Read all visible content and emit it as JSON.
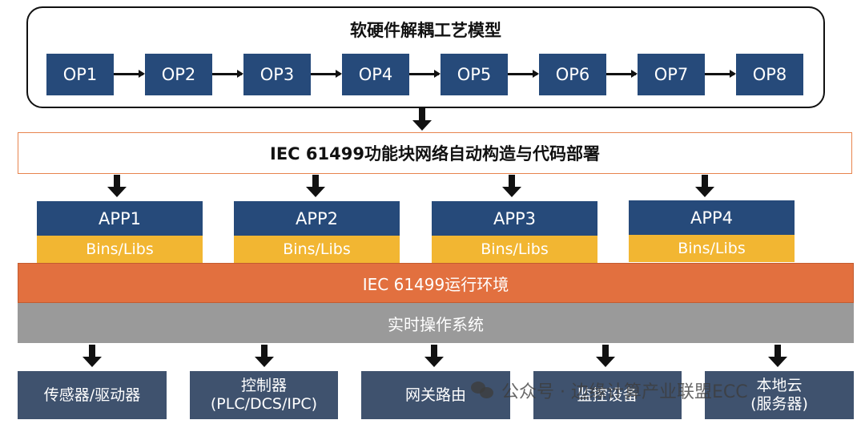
{
  "top_panel": {
    "title": "软硬件解耦工艺模型",
    "ops": [
      "OP1",
      "OP2",
      "OP3",
      "OP4",
      "OP5",
      "OP6",
      "OP7",
      "OP8"
    ]
  },
  "construction_band": "IEC 61499功能块网络自动构造与代码部署",
  "apps": [
    {
      "name": "APP1",
      "libs": "Bins/Libs"
    },
    {
      "name": "APP2",
      "libs": "Bins/Libs"
    },
    {
      "name": "APP3",
      "libs": "Bins/Libs"
    },
    {
      "name": "APP4",
      "libs": "Bins/Libs"
    }
  ],
  "runtime": "IEC 61499运行环境",
  "rtos": "实时操作系统",
  "devices": [
    {
      "line1": "传感器/驱动器",
      "line2": ""
    },
    {
      "line1": "控制器",
      "line2": "(PLC/DCS/IPC)"
    },
    {
      "line1": "网关路由",
      "line2": ""
    },
    {
      "line1": "监控设备",
      "line2": ""
    },
    {
      "line1": "本地云",
      "line2": "(服务器)"
    }
  ],
  "watermark": "公众号 · 边缘计算产业联盟ECC",
  "colors": {
    "op_fill": "#264a7a",
    "bins_fill": "#f2b632",
    "runtime_fill": "#e2703f",
    "rtos_fill": "#9a9a9a",
    "device_fill": "#3f526e"
  }
}
